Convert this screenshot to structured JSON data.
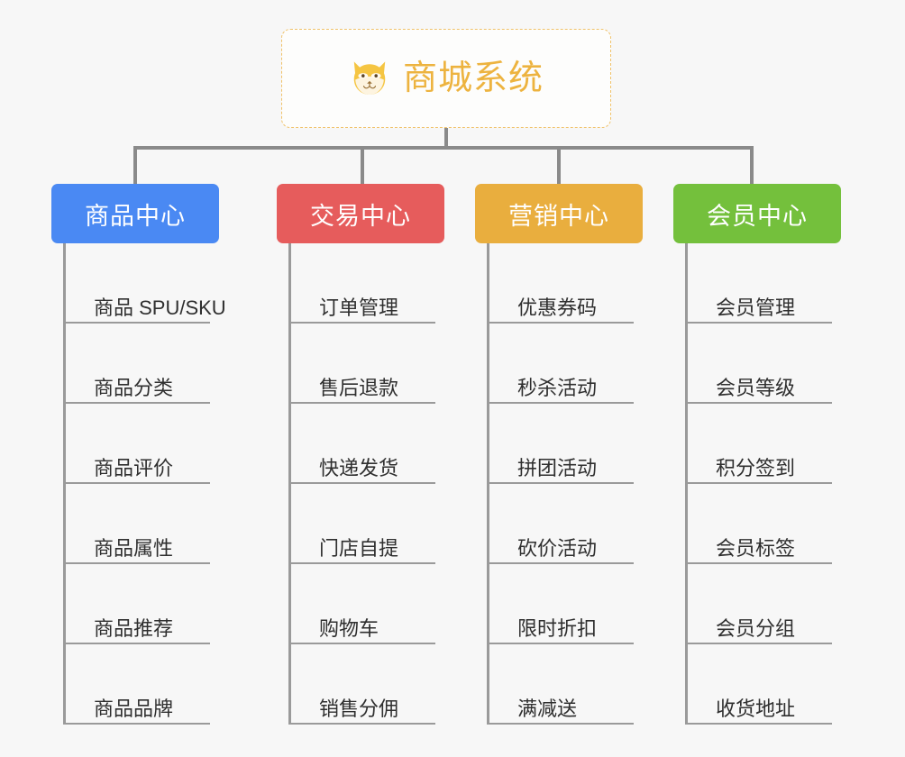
{
  "diagram": {
    "title": "商城系统",
    "root_icon": "shiba-dog-face-icon",
    "background_color": "#f7f7f7",
    "connector_color": "#8a8a8a",
    "root": {
      "label": "商城系统",
      "border_color": "#f0c26a",
      "text_color": "#edb33f",
      "background_color": "#fdfdfc"
    },
    "branches": [
      {
        "label": "商品中心",
        "color": "#4a89f3",
        "items": [
          "商品 SPU/SKU",
          "商品分类",
          "商品评价",
          "商品属性",
          "商品推荐",
          "商品品牌"
        ]
      },
      {
        "label": "交易中心",
        "color": "#e65c5c",
        "items": [
          "订单管理",
          "售后退款",
          "快递发货",
          "门店自提",
          "购物车",
          "销售分佣"
        ]
      },
      {
        "label": "营销中心",
        "color": "#e9ae3e",
        "items": [
          "优惠券码",
          "秒杀活动",
          "拼团活动",
          "砍价活动",
          "限时折扣",
          "满减送"
        ]
      },
      {
        "label": "会员中心",
        "color": "#74c03c",
        "items": [
          "会员管理",
          "会员等级",
          "积分签到",
          "会员标签",
          "会员分组",
          "收货地址"
        ]
      }
    ]
  }
}
